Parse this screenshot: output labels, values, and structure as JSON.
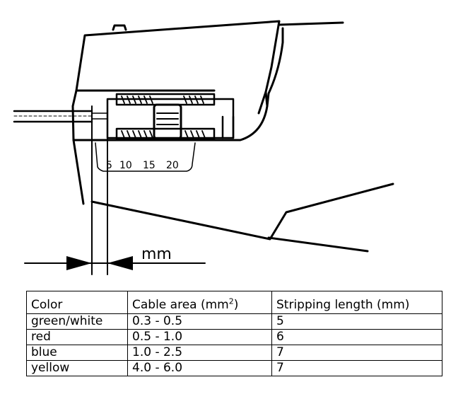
{
  "diagram": {
    "scale_ticks": [
      "5",
      "10",
      "15",
      "20"
    ],
    "unit_label": "mm"
  },
  "table": {
    "headers": {
      "color": "Color",
      "cable_area_prefix": "Cable area (mm",
      "cable_area_sup": "2",
      "cable_area_suffix": ")",
      "stripping_length": "Stripping length (mm)"
    },
    "rows": [
      {
        "color": "green/white",
        "area": "0.3 - 0.5",
        "length": "5"
      },
      {
        "color": "red",
        "area": "0.5 - 1.0",
        "length": "6"
      },
      {
        "color": "blue",
        "area": "1.0 - 2.5",
        "length": "7"
      },
      {
        "color": "yellow",
        "area": "4.0 - 6.0",
        "length": "7"
      }
    ]
  }
}
